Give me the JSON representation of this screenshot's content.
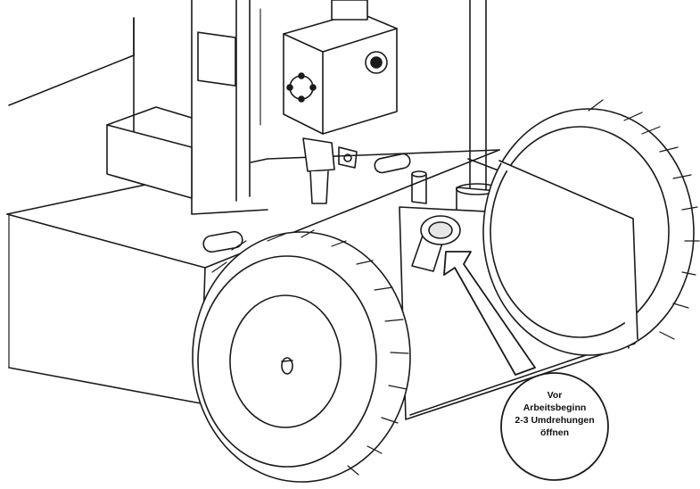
{
  "callout": {
    "line1": "Vor",
    "line2": "Arbeitsbeginn",
    "line3": "2-3 Umdrehungen",
    "line4": "öffnen"
  },
  "colors": {
    "stroke": "#1a1a1a",
    "paper": "#ffffff",
    "shade": "#e6e6e6"
  },
  "icons": {
    "arrow": "callout-arrow-icon",
    "valve": "drain-valve-icon"
  }
}
